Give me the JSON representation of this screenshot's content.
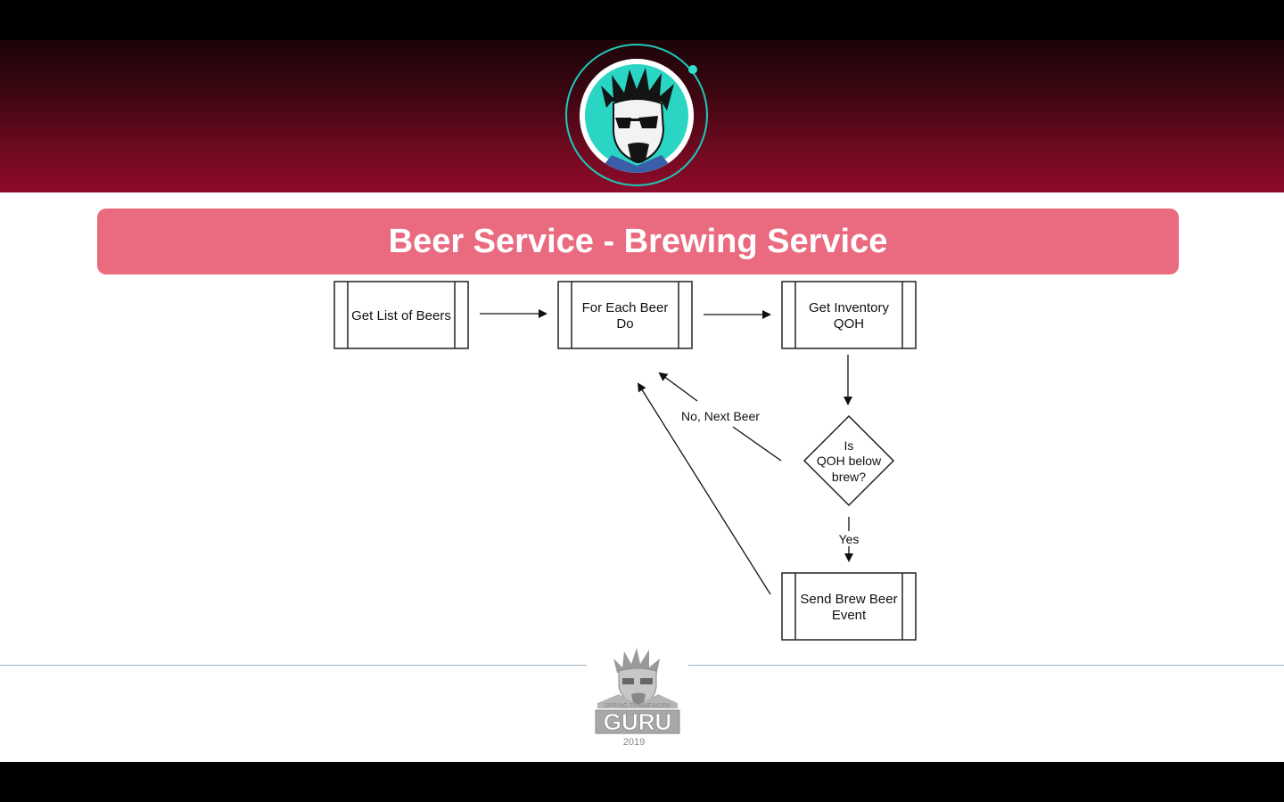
{
  "slide": {
    "title": "Beer Service - Brewing Service",
    "colors": {
      "banner_top": "#1b0509",
      "banner_bottom": "#8f0a2a",
      "title_bar": "#ea6b80",
      "avatar_ring": "#1ec8b8"
    }
  },
  "diagram": {
    "nodes": {
      "get_list": {
        "label": "Get List of Beers"
      },
      "for_each": {
        "line1": "For Each Beer",
        "line2": "Do"
      },
      "get_inventory": {
        "line1": "Get Inventory",
        "line2": "QOH"
      },
      "decision": {
        "line1": "Is",
        "line2": "QOH below",
        "line3": "brew?"
      },
      "send_event": {
        "line1": "Send Brew Beer",
        "line2": "Event"
      }
    },
    "edges": {
      "no_label": "No, Next Beer",
      "yes_label": "Yes"
    }
  },
  "footer": {
    "logo_small_text": "SPRING FRAMEWORK",
    "logo_text": "GURU",
    "year": "2019"
  }
}
